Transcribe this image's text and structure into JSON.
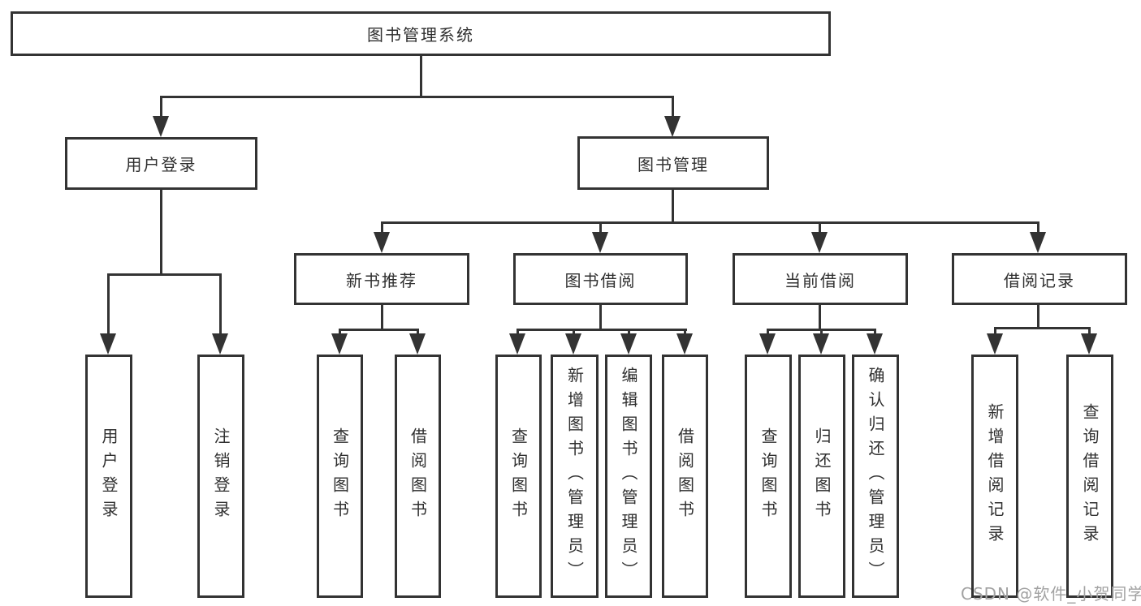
{
  "diagram": {
    "root": "图书管理系统",
    "level2": {
      "user_login": "用户登录",
      "book_management": "图书管理"
    },
    "level3": {
      "new_book_recommend": "新书推荐",
      "book_borrow": "图书借阅",
      "current_borrow": "当前借阅",
      "borrow_record": "借阅记录"
    },
    "leaves": {
      "user_login_leaf": "用户登录",
      "logout_leaf": "注销登录",
      "rec_query_book": "查询图书",
      "rec_borrow_book": "借阅图书",
      "bb_query_book": "查询图书",
      "bb_add_book": "新增图书（管理员）",
      "bb_edit_book": "编辑图书（管理员）",
      "bb_borrow_book": "借阅图书",
      "cb_query_book": "查询图书",
      "cb_return_book": "归还图书",
      "cb_confirm_return": "确认归还（管理员）",
      "br_add_record": "新增借阅记录",
      "br_query_record": "查询借阅记录"
    },
    "line_color": "#333333"
  },
  "watermark": {
    "text": "CSDN @软件_小贺同学",
    "color": "#a2a2a2"
  }
}
